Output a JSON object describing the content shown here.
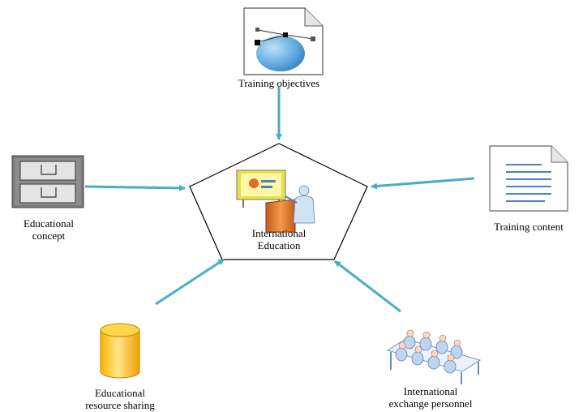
{
  "center": {
    "line1": "International",
    "line2": "Education"
  },
  "nodes": {
    "training_objectives": {
      "label": "Training objectives"
    },
    "educational_concept": {
      "line1": "Educational",
      "line2": "concept"
    },
    "training_content": {
      "label": "Training content"
    },
    "resource_sharing": {
      "line1": "Educational",
      "line2": "resource sharing"
    },
    "exchange_personnel": {
      "line1": "International",
      "line2": "exchange personnel"
    }
  },
  "colors": {
    "arrow": "#4bacc6",
    "outline": "#000000",
    "doc_lines": "#4f81bd"
  }
}
